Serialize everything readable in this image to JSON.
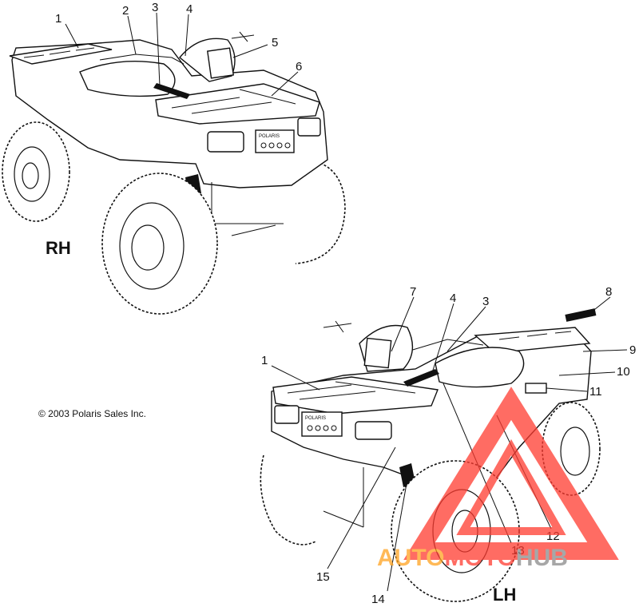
{
  "views": {
    "rh": {
      "label": "RH"
    },
    "lh": {
      "label": "LH"
    }
  },
  "copyright": "© 2003 Polaris Sales Inc.",
  "callouts": {
    "rh": [
      "1",
      "2",
      "3",
      "4",
      "5",
      "6"
    ],
    "lh": [
      "7",
      "4",
      "3",
      "8",
      "1",
      "9",
      "10",
      "11",
      "12",
      "13",
      "14",
      "15"
    ]
  },
  "brand_badge": "POLARIS",
  "watermark": {
    "part1": "AUTO",
    "part2": "MOTO",
    "part3": "HUB",
    "colors": {
      "primary": "#ff3b30",
      "secondary": "#ffa21f",
      "neutral": "#8a8a8a"
    }
  }
}
